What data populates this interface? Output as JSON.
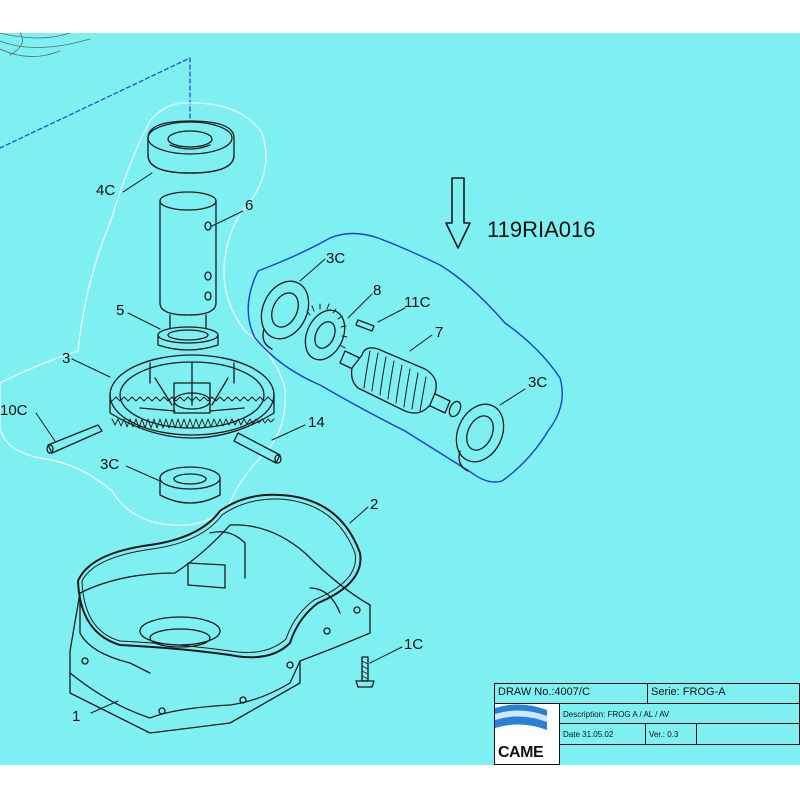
{
  "reference": {
    "code": "119RIA016"
  },
  "callouts": {
    "c_4c": "4C",
    "c_6": "6",
    "c_5": "5",
    "c_3": "3",
    "c_10c": "10C",
    "c_3c_bottom": "3C",
    "c_14": "14",
    "c_2": "2",
    "c_1": "1",
    "c_1c": "1C",
    "c_3c_top": "3C",
    "c_8": "8",
    "c_11c": "11C",
    "c_7": "7",
    "c_3c_right": "3C"
  },
  "title_block": {
    "draw_no": "DRAW No.:4007/C",
    "serie": "Serie: FROG-A",
    "description": "Description: FROG A / AL / AV",
    "date": "Date 31.05.02",
    "ver": "Ver.: 0.3",
    "brand": "CAME"
  },
  "colors": {
    "background": "#7ff0f2",
    "worm_group_outline": "#1a3fd4",
    "line": "#1a1a1a"
  }
}
